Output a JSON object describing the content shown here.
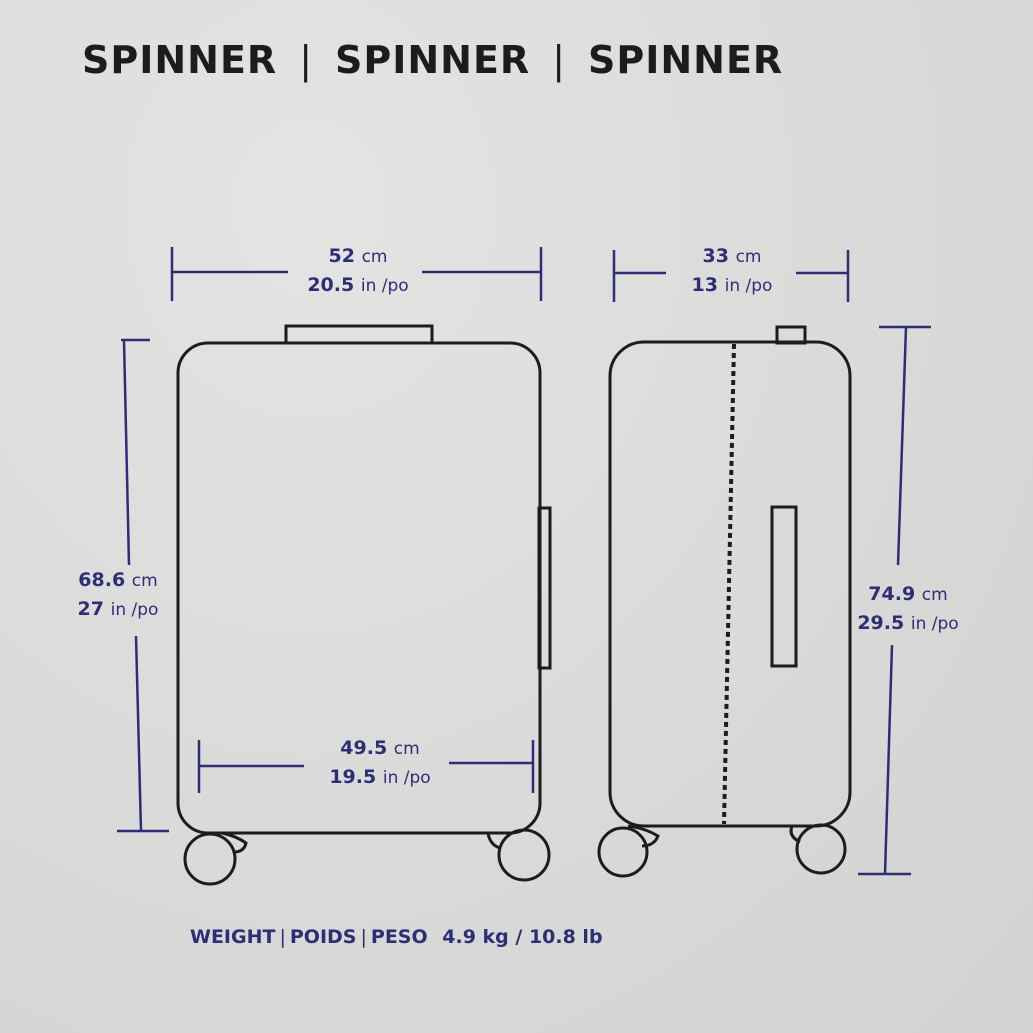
{
  "title": {
    "labels": [
      "SPINNER",
      "SPINNER",
      "SPINNER"
    ],
    "separator": "|"
  },
  "dimensions": {
    "front_width": {
      "metric": "52",
      "metric_unit": "cm",
      "imperial": "20.5",
      "imperial_unit": "in /po"
    },
    "front_height": {
      "metric": "68.6",
      "metric_unit": "cm",
      "imperial": "27",
      "imperial_unit": "in /po"
    },
    "front_base_width": {
      "metric": "49.5",
      "metric_unit": "cm",
      "imperial": "19.5",
      "imperial_unit": "in /po"
    },
    "side_depth": {
      "metric": "33",
      "metric_unit": "cm",
      "imperial": "13",
      "imperial_unit": "in /po"
    },
    "side_height": {
      "metric": "74.9",
      "metric_unit": "cm",
      "imperial": "29.5",
      "imperial_unit": "in /po"
    }
  },
  "weight": {
    "labels": [
      "WEIGHT",
      "POIDS",
      "PESO"
    ],
    "separator": "|",
    "value": "4.9 kg / 10.8 lb"
  },
  "colors": {
    "outline": "#1c1c1c",
    "dimension": "#2c2e78",
    "background": "#dcdcda"
  }
}
